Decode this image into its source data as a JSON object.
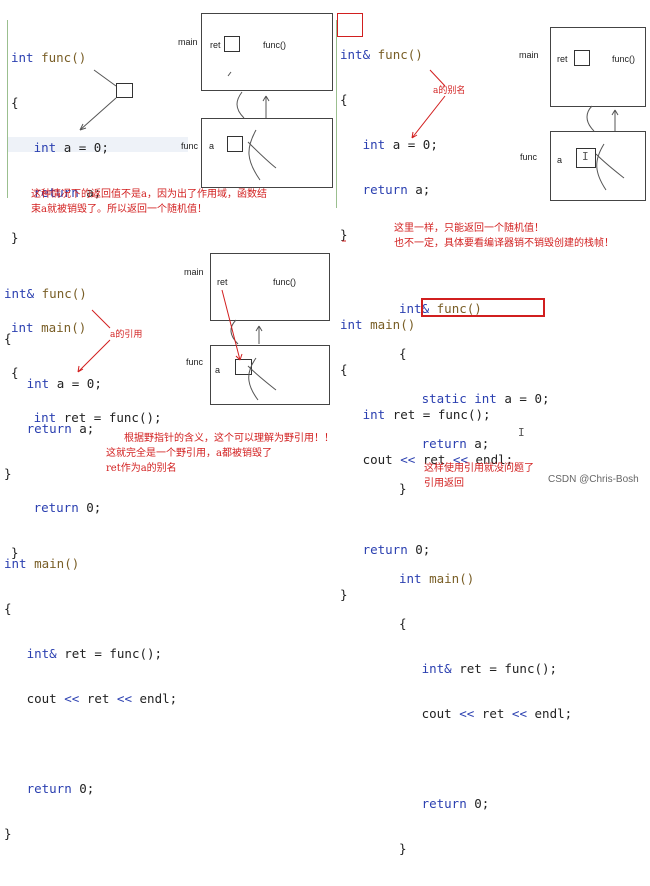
{
  "panels": {
    "p1": {
      "code": {
        "l1_kw": "int",
        "l1_fn": "func()",
        "l2": "{",
        "l3_kw": "int",
        "l3_rest": "a = 0;",
        "l4_kw": "return",
        "l4_rest": "a;",
        "l5": "}",
        "l6_kw": "int",
        "l6_fn": "main()",
        "l7": "{",
        "l8_kw": "int",
        "l8_rest": "ret = func();",
        "l9_kw": "return",
        "l9_rest": "0;",
        "l10": "}"
      },
      "labels": {
        "main": "main",
        "ret": "ret",
        "func_label": "func()",
        "func": "func",
        "a": "a"
      },
      "note": "这种情况下的返回值不是a，因为出了作用域，函数结\n束a就被销毁了。所以返回一个随机值！"
    },
    "p2": {
      "code": {
        "l1_kw": "int&",
        "l1_fn": "func()",
        "l2": "{",
        "l3_kw": "int",
        "l3_rest": "a = 0;",
        "l4_kw": "return",
        "l4_rest": "a;",
        "l5": "}",
        "l6_kw": "int",
        "l6_fn": "main()",
        "l7": "{",
        "l8_kw": "int",
        "l8_rest": "ret = func();",
        "l9_a": "cout",
        "l9_op1": "<<",
        "l9_b": "ret",
        "l9_op2": "<<",
        "l9_c": "endl;",
        "l10_kw": "return",
        "l10_rest": "0;",
        "l11": "}"
      },
      "labels": {
        "main": "main",
        "ret": "ret",
        "func_label": "func()",
        "func": "func",
        "a": "a",
        "alias": "a的别名",
        "cursor": "I"
      },
      "note": "这里一样，只能返回一个随机值！\n也不一定，具体要看编译器销不销毁创建的栈帧！"
    },
    "p3": {
      "code": {
        "l1_kw": "int&",
        "l1_fn": "func()",
        "l2": "{",
        "l3_kw": "int",
        "l3_rest": "a = 0;",
        "l4_kw": "return",
        "l4_rest": "a;",
        "l5": "}",
        "l6_kw": "int",
        "l6_fn": "main()",
        "l7": "{",
        "l8_kw": "int&",
        "l8_rest": "ret = func();",
        "l9_a": "cout",
        "l9_op1": "<<",
        "l9_b": "ret",
        "l9_op2": "<<",
        "l9_c": "endl;",
        "l10_kw": "return",
        "l10_rest": "0;",
        "l11": "}"
      },
      "labels": {
        "main": "main",
        "ret": "ret",
        "func_label": "func()",
        "func": "func",
        "a": "a",
        "alias": "a的引用"
      },
      "note_top": "根据野指针的含义，这个可以理解为野引用！！",
      "note": "这就完全是一个野引用，a都被销毁了\nret作为a的别名"
    },
    "p4": {
      "code": {
        "l1_kw": "int&",
        "l1_fn": "func()",
        "l2": "{",
        "l3_kw": "static int",
        "l3_rest": "a = 0;",
        "l4_kw": "return",
        "l4_rest": "a;",
        "l5": "}",
        "l6_kw": "int",
        "l6_fn": "main()",
        "l7": "{",
        "l8_kw": "int&",
        "l8_rest": "ret = func();",
        "l9_a": "cout",
        "l9_op1": "<<",
        "l9_b": "ret",
        "l9_op2": "<<",
        "l9_c": "endl;",
        "l10_kw": "return",
        "l10_rest": "0;",
        "l11": "}",
        "cursor": "I"
      },
      "note": "这样使用引用就没问题了\n引用返回"
    }
  },
  "watermark": "CSDN @Chris-Bosh",
  "colors": {
    "keyword": "#2a3fb0",
    "annotation": "#d21f1f",
    "highlight_box": "#d11f1f"
  }
}
